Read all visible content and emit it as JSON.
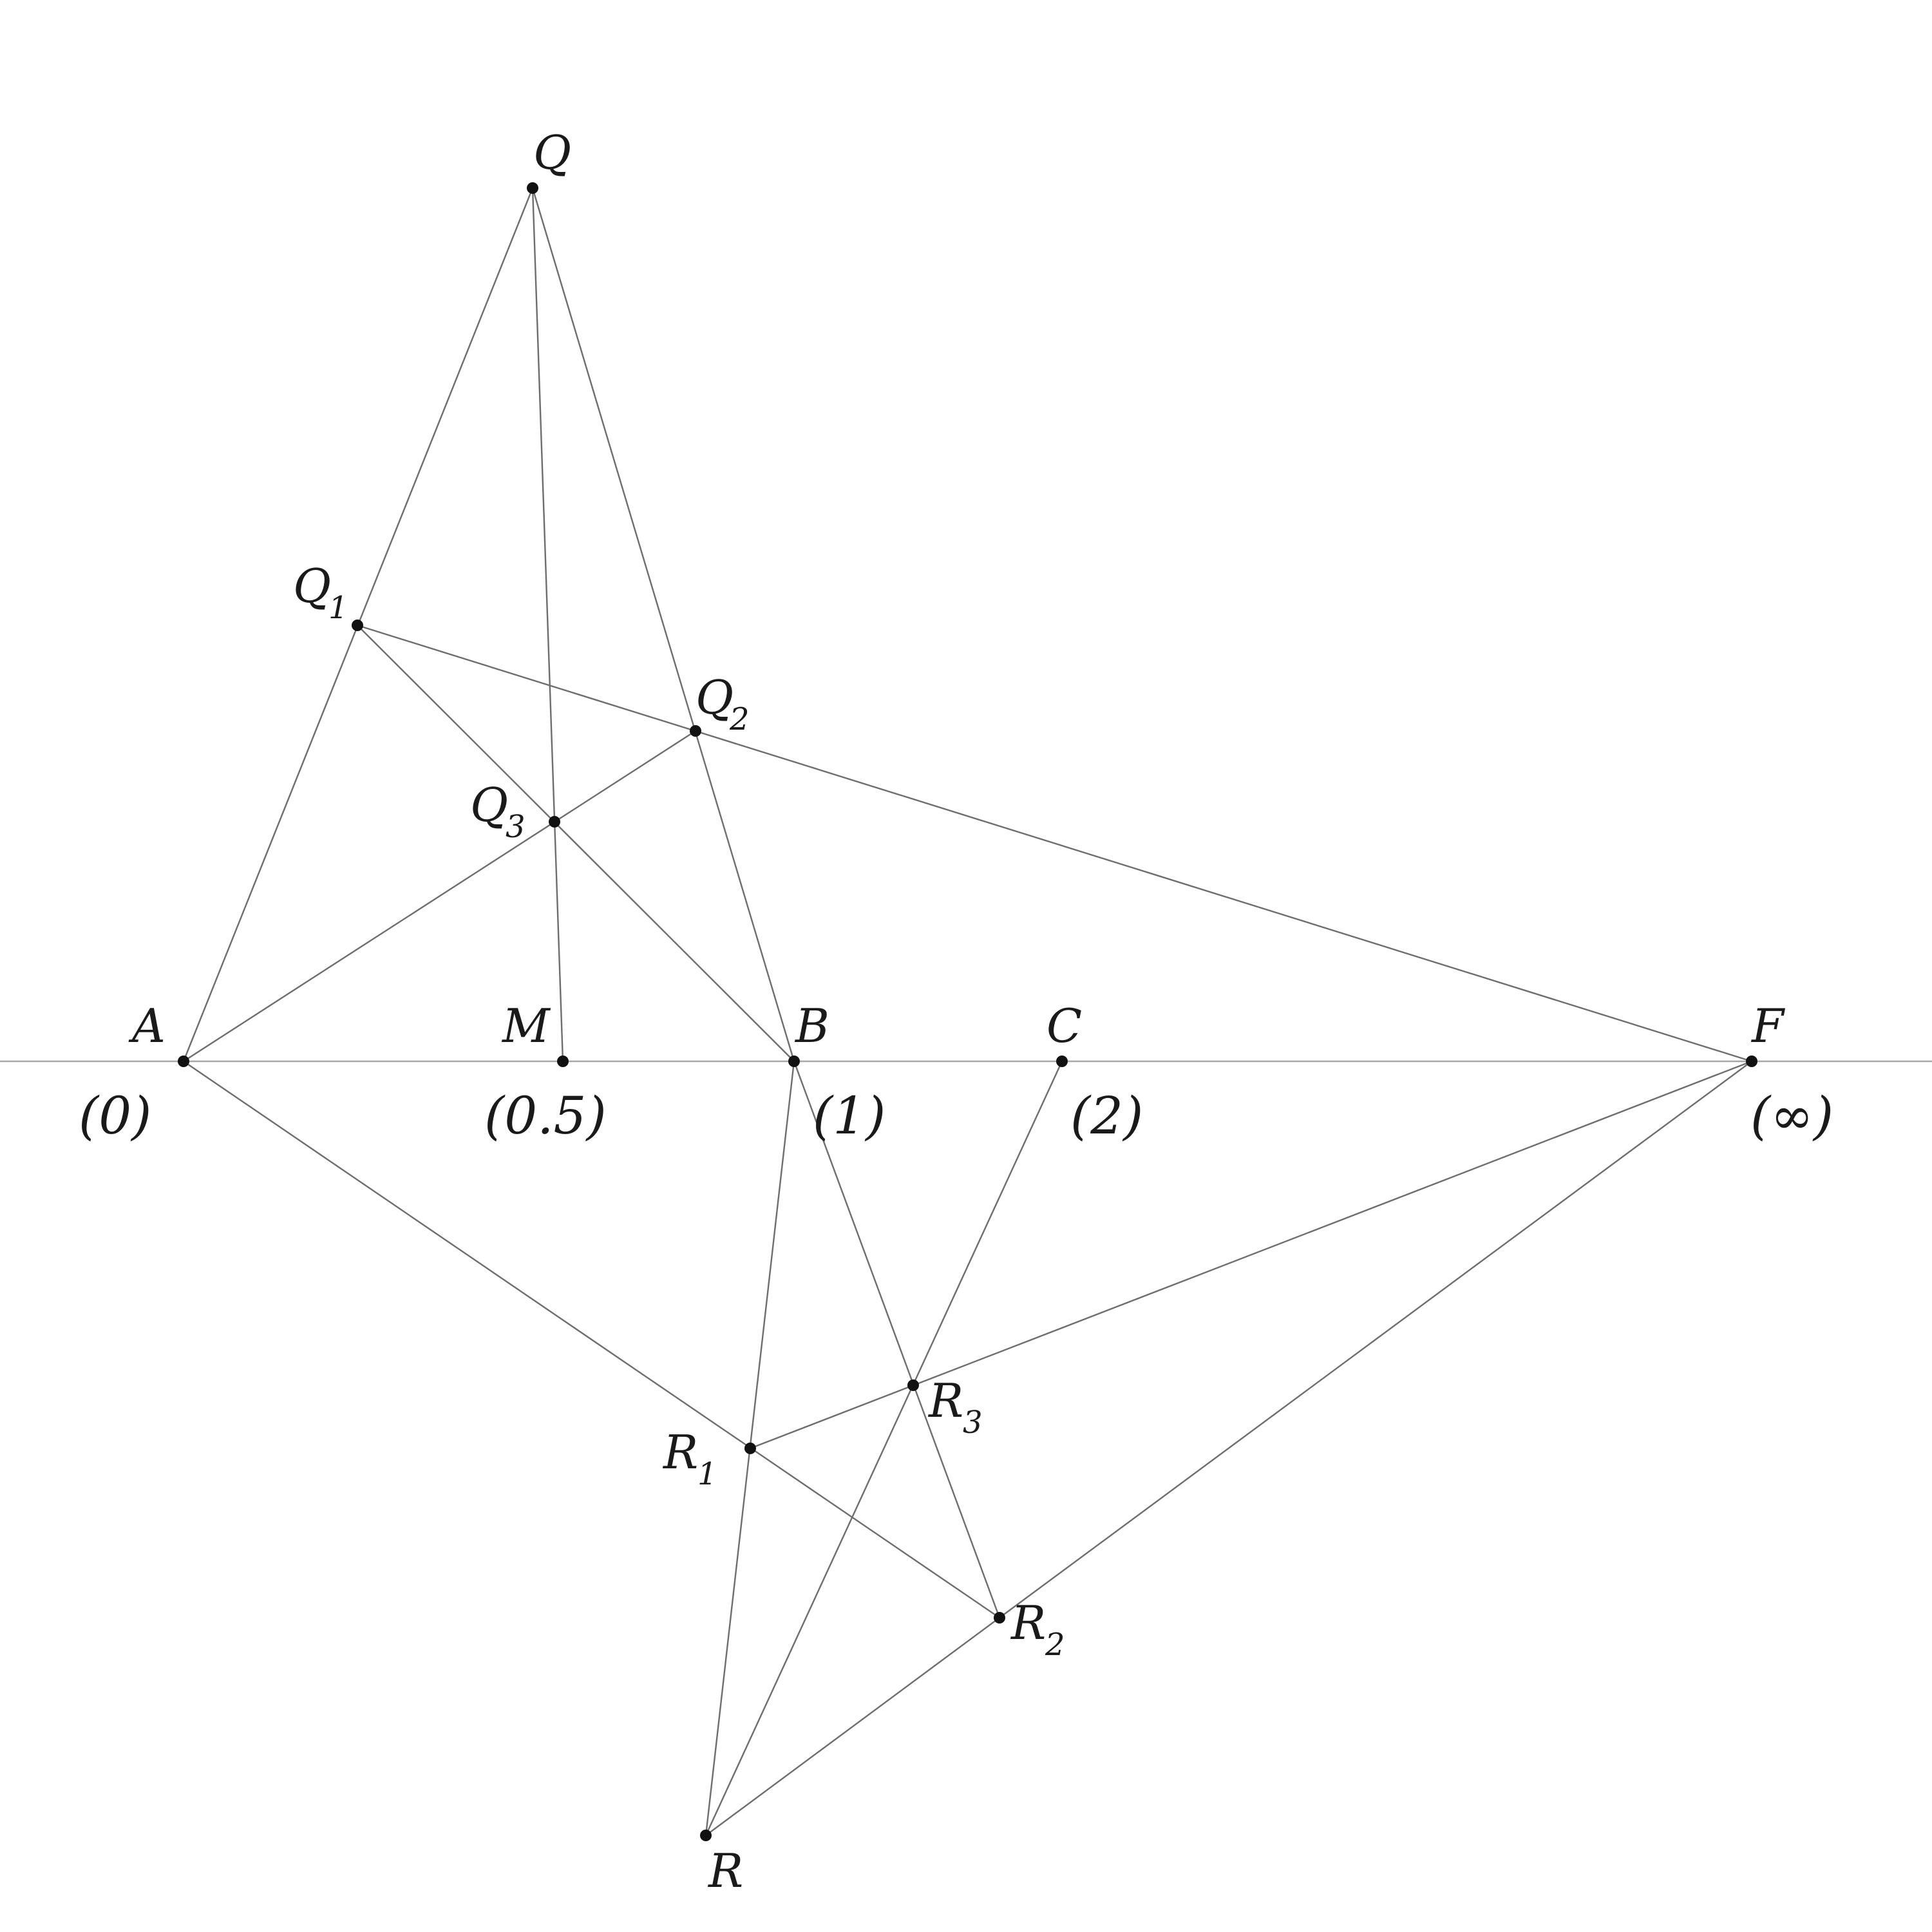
{
  "points": [
    {
      "id": "Q",
      "label": "Q",
      "sub": ""
    },
    {
      "id": "Q1",
      "label": "Q",
      "sub": "1"
    },
    {
      "id": "Q2",
      "label": "Q",
      "sub": "2"
    },
    {
      "id": "Q3",
      "label": "Q",
      "sub": "3"
    },
    {
      "id": "A",
      "label": "A",
      "sub": ""
    },
    {
      "id": "M",
      "label": "M",
      "sub": ""
    },
    {
      "id": "B",
      "label": "B",
      "sub": ""
    },
    {
      "id": "C",
      "label": "C",
      "sub": ""
    },
    {
      "id": "F",
      "label": "F",
      "sub": ""
    },
    {
      "id": "R1",
      "label": "R",
      "sub": "1"
    },
    {
      "id": "R2",
      "label": "R",
      "sub": "2"
    },
    {
      "id": "R3",
      "label": "R",
      "sub": "3"
    },
    {
      "id": "R",
      "label": "R",
      "sub": ""
    }
  ],
  "coordinates": [
    {
      "point": "A",
      "text": "(0)"
    },
    {
      "point": "M",
      "text": "(0.5)"
    },
    {
      "point": "B",
      "text": "(1)"
    },
    {
      "point": "C",
      "text": "(2)"
    },
    {
      "point": "F",
      "text": "(∞)"
    }
  ],
  "segments": [
    [
      "A",
      "Q"
    ],
    [
      "Q",
      "B"
    ],
    [
      "Q",
      "M"
    ],
    [
      "Q1",
      "F"
    ],
    [
      "Q1",
      "B"
    ],
    [
      "A",
      "Q2"
    ],
    [
      "A",
      "R2"
    ],
    [
      "R1",
      "F"
    ],
    [
      "R2",
      "F"
    ],
    [
      "B",
      "R"
    ],
    [
      "B",
      "R2"
    ],
    [
      "C",
      "R"
    ],
    [
      "R",
      "R2"
    ]
  ]
}
